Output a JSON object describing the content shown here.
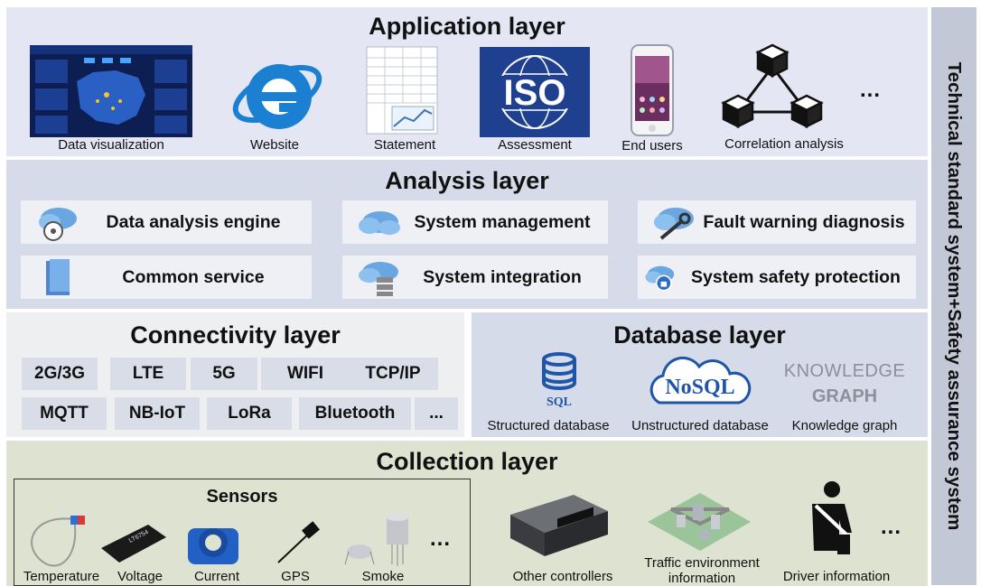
{
  "side_label": "Technical standard system+Safety assurance system",
  "application": {
    "title": "Application layer",
    "items": [
      "Data visualization",
      "Website",
      "Statement",
      "Assessment",
      "End users",
      "Correlation analysis"
    ],
    "more": "..."
  },
  "analysis": {
    "title": "Analysis layer",
    "items": [
      "Data analysis engine",
      "System management",
      "Fault warning diagnosis",
      "Common service",
      "System integration",
      "System safety protection"
    ]
  },
  "connectivity": {
    "title": "Connectivity layer",
    "row1": [
      "2G/3G",
      "LTE",
      "5G",
      "WIFI",
      "TCP/IP"
    ],
    "row2": [
      "MQTT",
      "NB-IoT",
      "LoRa",
      "Bluetooth"
    ],
    "more": "..."
  },
  "database": {
    "title": "Database layer",
    "sql_logo": "SQL",
    "nosql_logo": "NoSQL",
    "kg_logo_line1": "KNOWLEDGE",
    "kg_logo_line2": "GRAPH",
    "items": [
      "Structured database",
      "Unstructured database",
      "Knowledge graph"
    ]
  },
  "collection": {
    "title": "Collection layer",
    "sensors_title": "Sensors",
    "sensors": [
      "Temperature",
      "Voltage",
      "Current",
      "GPS",
      "Smoke"
    ],
    "sensors_more": "...",
    "others": [
      "Other controllers",
      "Traffic environment information",
      "Driver information"
    ],
    "more": "...",
    "chip_text": "LT6754"
  },
  "colors": {
    "application_bg": "#e4e7f3",
    "analysis_bg": "#d5dbe9",
    "connectivity_bg": "#eeeff1",
    "database_bg": "#d5dbe9",
    "collection_bg": "#dde3d0",
    "side_bg": "#c3c8d6",
    "iso_blue": "#1f3f8f",
    "ie_blue": "#1b7fd2"
  }
}
